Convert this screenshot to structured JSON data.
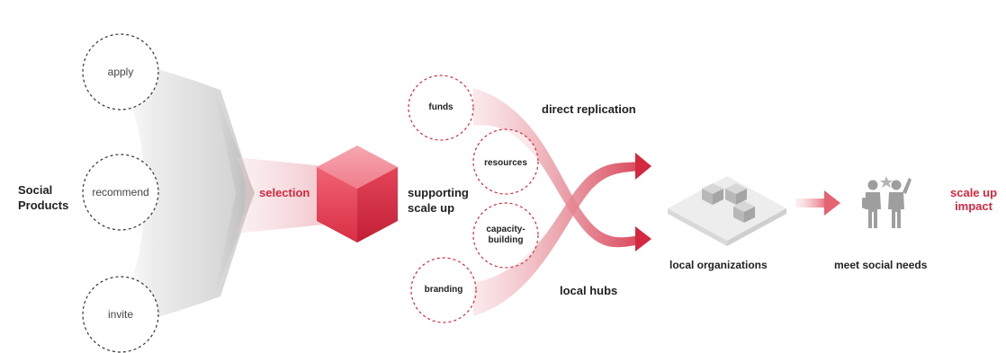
{
  "source_label": "Social\nProducts",
  "channels": [
    "apply",
    "recommend",
    "invite"
  ],
  "selection_label": "selection",
  "support_label": "supporting\nscale up",
  "supports": [
    "funds",
    "resources",
    "capacity-\nbuilding",
    "branding"
  ],
  "paths": {
    "top": "direct replication",
    "bottom": "local hubs"
  },
  "local_orgs_label": "local organizations",
  "needs_label": "meet social needs",
  "impact_label": "scale up\nimpact",
  "colors": {
    "accent": "#d3283f",
    "dark": "#222222",
    "funnel": "#c8c8c8",
    "cube": "#e8485a"
  },
  "icons": [
    "cube-icon",
    "blocks-icon",
    "people-icon"
  ]
}
